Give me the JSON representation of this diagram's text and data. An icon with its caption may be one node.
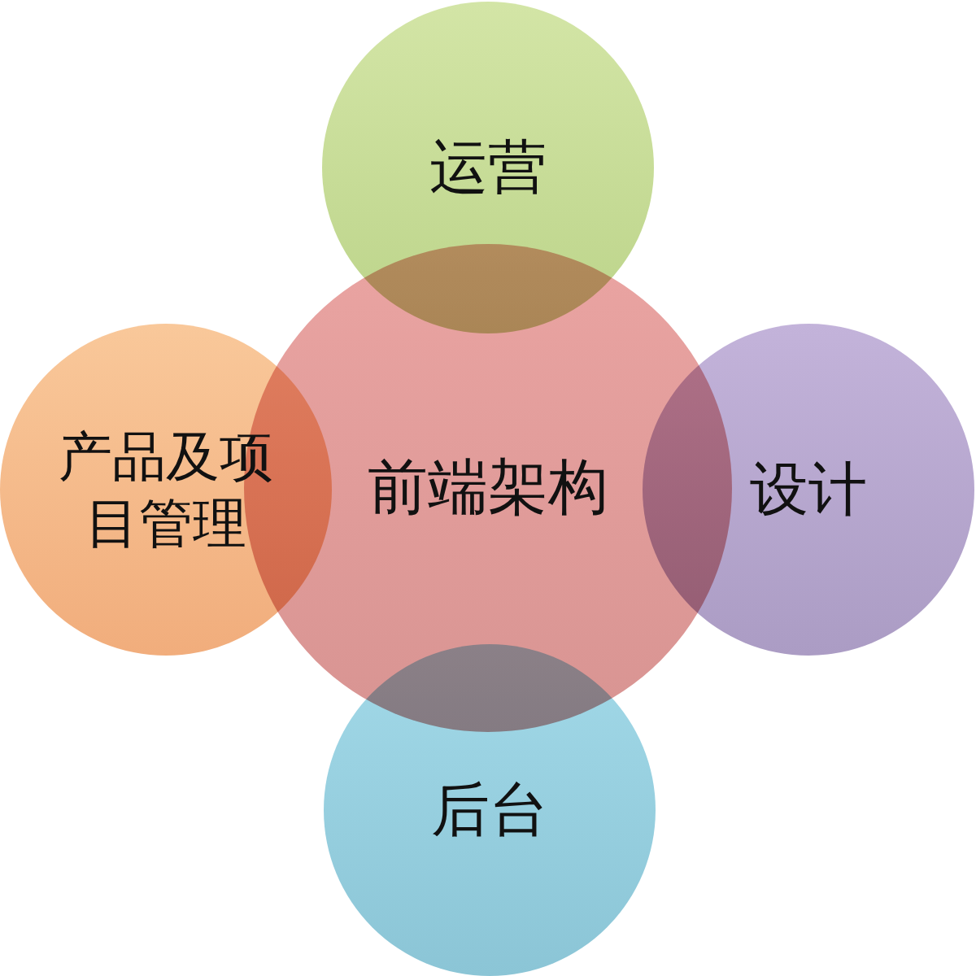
{
  "diagram": {
    "nodes": [
      {
        "text": [
          "运营"
        ]
      },
      {
        "text": [
          "产品及项目管理"
        ]
      },
      {
        "text": [
          "前端架构"
        ]
      },
      {
        "text": [
          "设计"
        ]
      },
      {
        "text": [
          "后台"
        ]
      }
    ]
  }
}
